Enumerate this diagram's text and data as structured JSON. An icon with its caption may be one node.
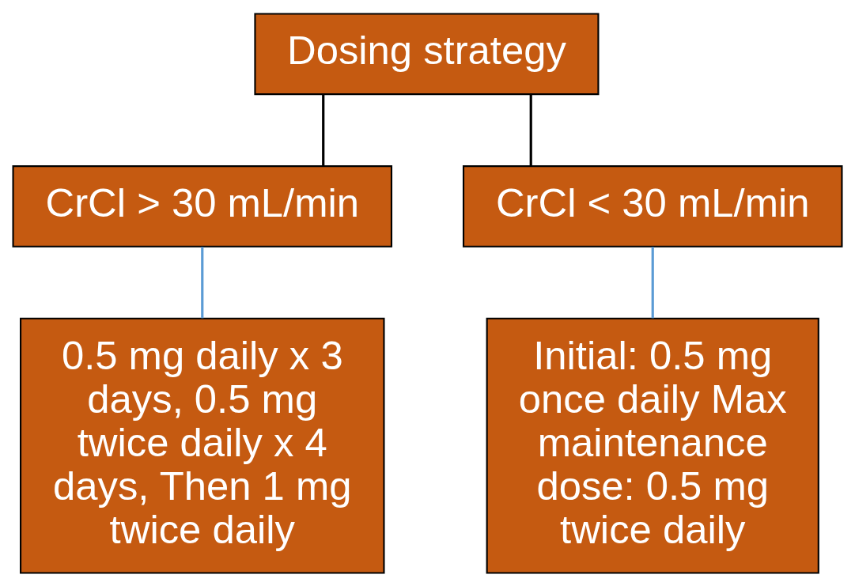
{
  "diagram": {
    "nodes": [
      {
        "text": [
          "Dosing strategy"
        ]
      },
      {
        "text": [
          "CrCl > 30 mL/min"
        ]
      },
      {
        "text": [
          "CrCl < 30 mL/min"
        ]
      },
      {
        "text": [
          "0.5 mg daily x 3 days, 0.5 mg twice daily x 4 days, Then 1 mg twice daily"
        ]
      },
      {
        "text": [
          "Initial: 0.5 mg once daily Max maintenance dose: 0.5 mg twice daily"
        ]
      }
    ],
    "edges": [
      {
        "from": 0,
        "to": 1,
        "arrow": "none"
      },
      {
        "from": 0,
        "to": 2,
        "arrow": "none"
      },
      {
        "from": 1,
        "to": 3,
        "arrow": "none",
        "color": "#5b9bd5"
      },
      {
        "from": 2,
        "to": 4,
        "arrow": "none",
        "color": "#5b9bd5"
      }
    ]
  }
}
